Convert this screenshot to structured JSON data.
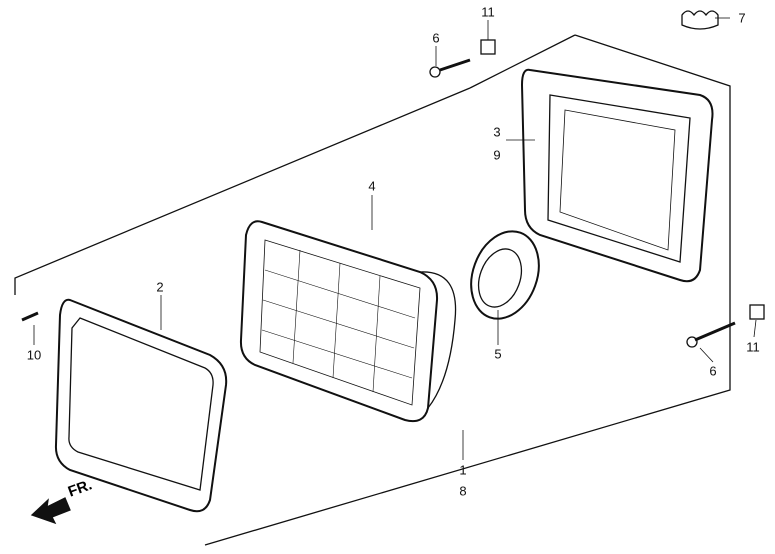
{
  "labels": {
    "p1": "1",
    "p2": "2",
    "p3": "3",
    "p4": "4",
    "p5": "5",
    "p6a": "6",
    "p6b": "6",
    "p7": "7",
    "p8": "8",
    "p9": "9",
    "p10": "10",
    "p11a": "11",
    "p11b": "11"
  },
  "direction": "FR."
}
